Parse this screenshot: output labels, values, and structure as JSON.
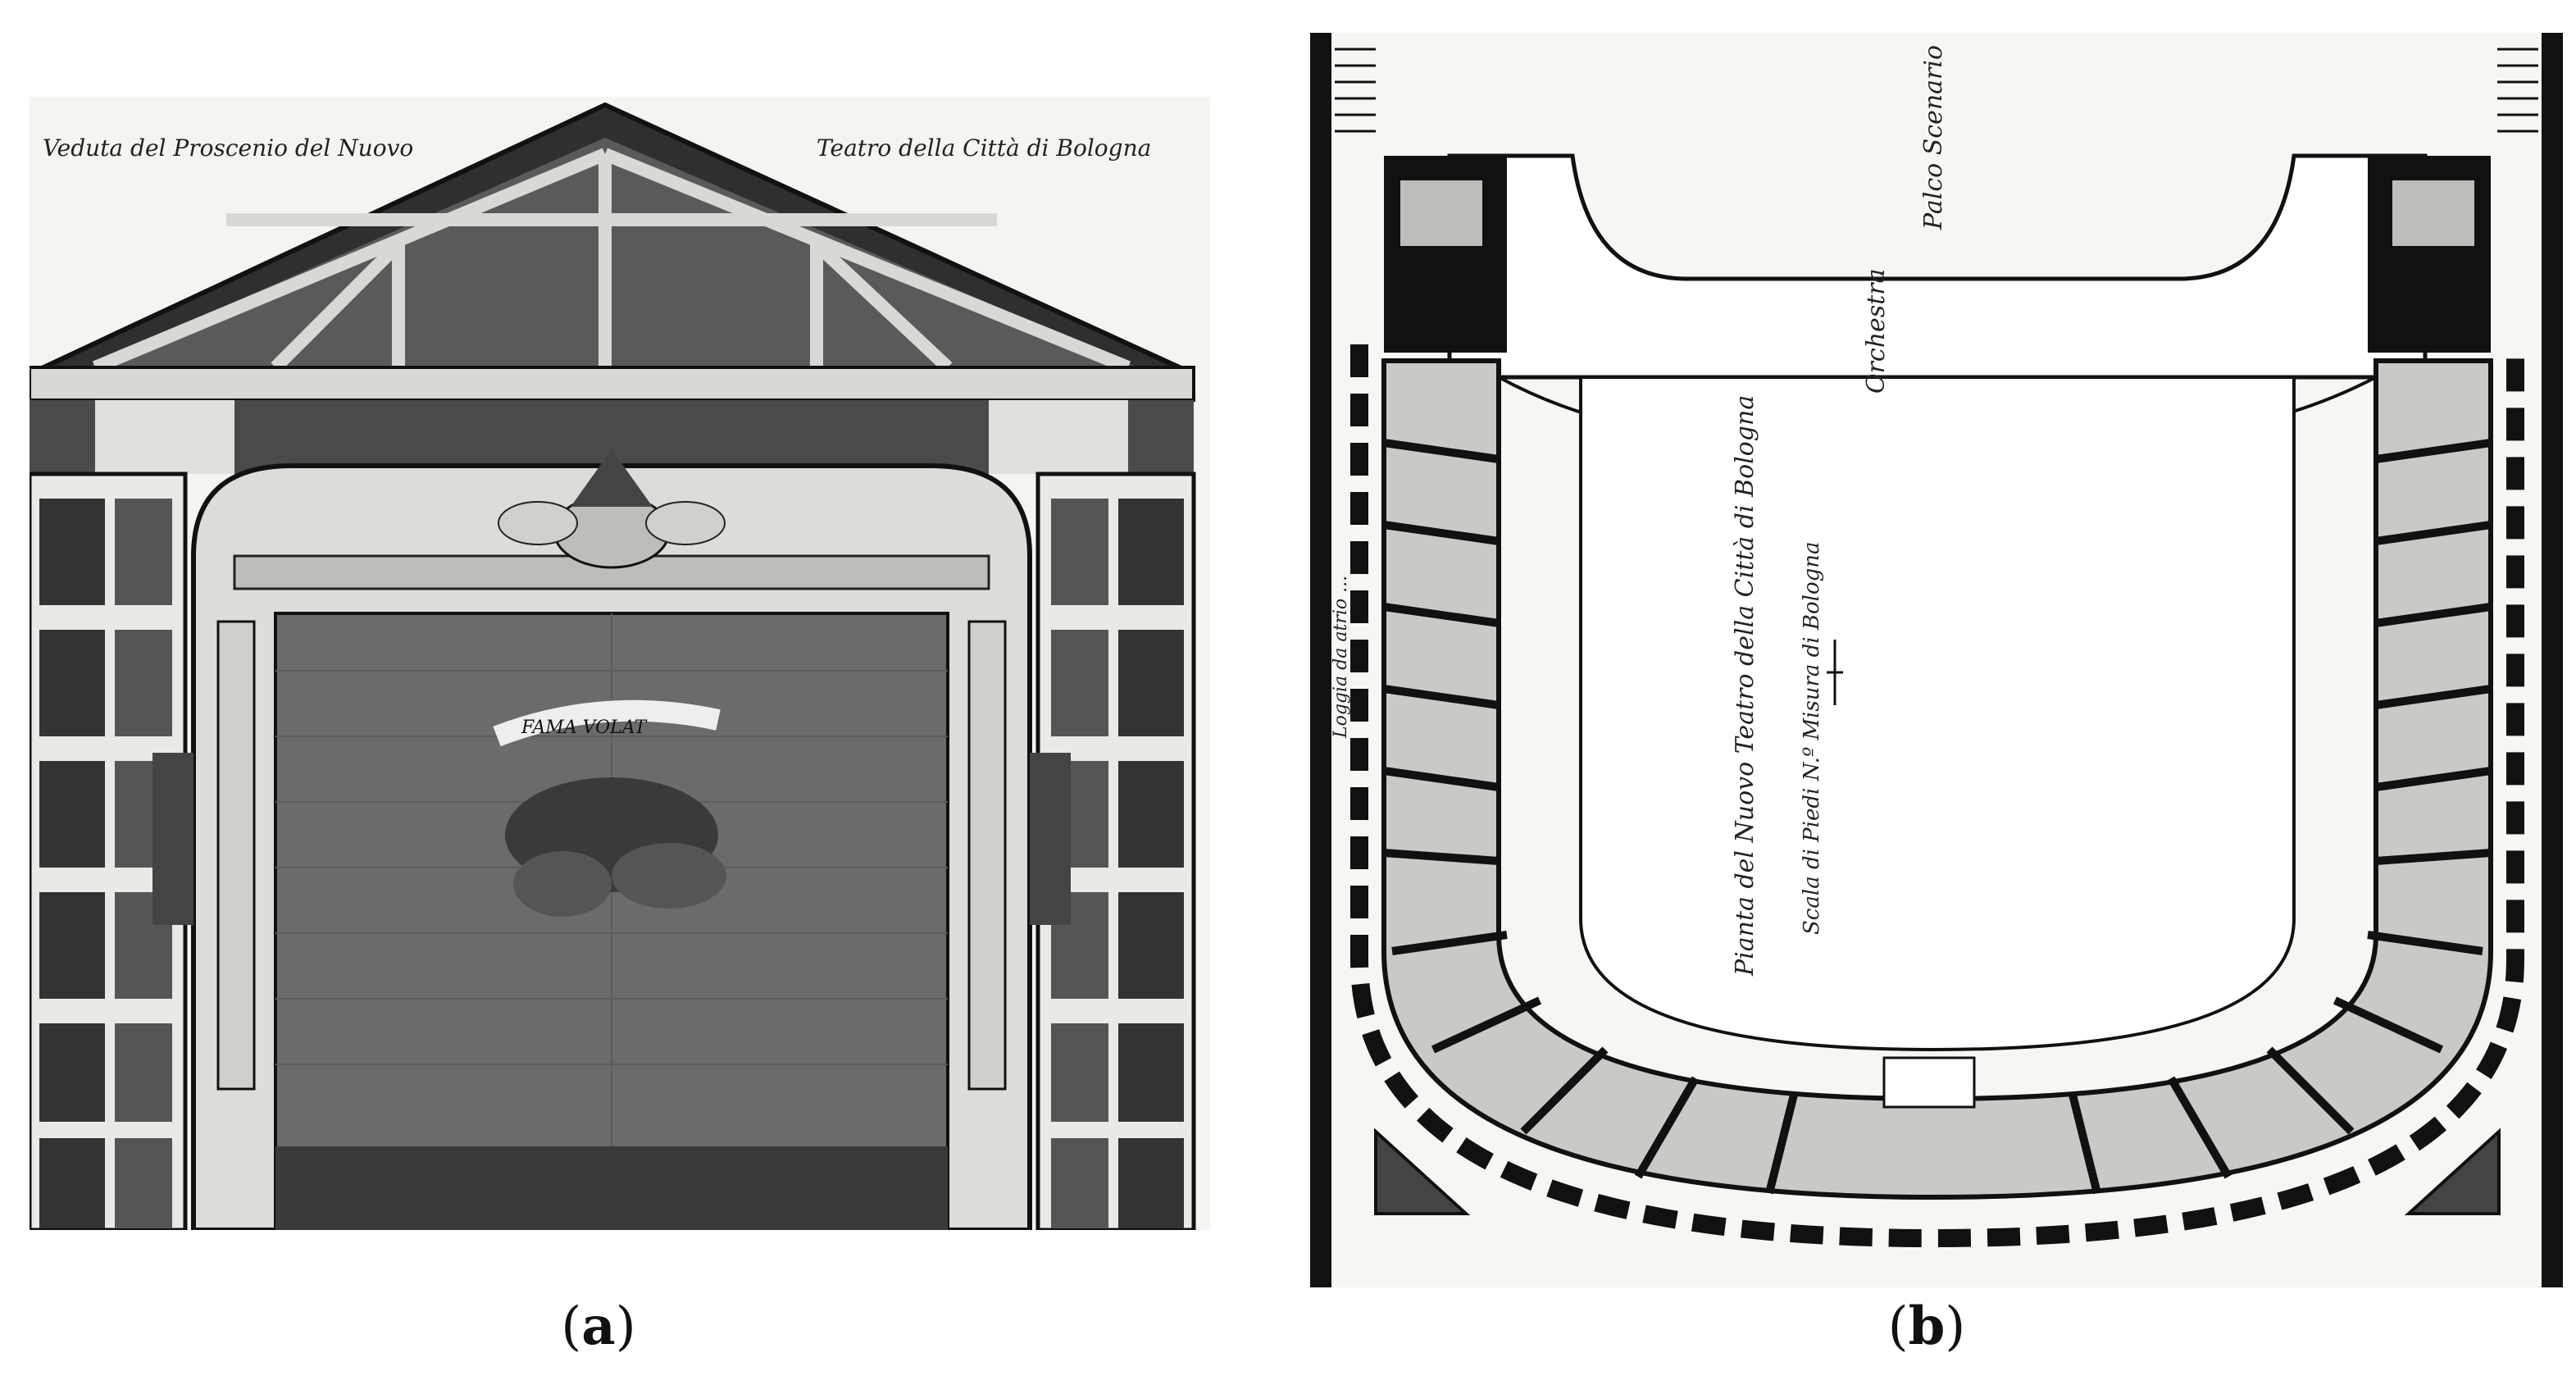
{
  "figure": {
    "panel_a": {
      "caption_letter": "a",
      "engraving_title_left": "Veduta del Proscenio del Nuovo",
      "engraving_title_right": "Teatro della Città di Bologna",
      "banner_text": "FAMA VOLAT"
    },
    "panel_b": {
      "caption_letter": "b",
      "label_stage": "Palco Scenario",
      "label_orchestra": "Orchestra",
      "label_plan_title": "Pianta del Nuovo Teatro della Città di Bologna",
      "label_author": "Scala di Piedi N.º Misura di Bologna",
      "label_side": "Loggia da atrio ..."
    }
  },
  "colors": {
    "ink": "#111111",
    "shade_dark": "#3a3a3a",
    "shade_mid": "#6b6b6b",
    "shade_light": "#a8a8a8",
    "paper": "#f4f4f1",
    "box_fill": "#c9c9c6"
  }
}
